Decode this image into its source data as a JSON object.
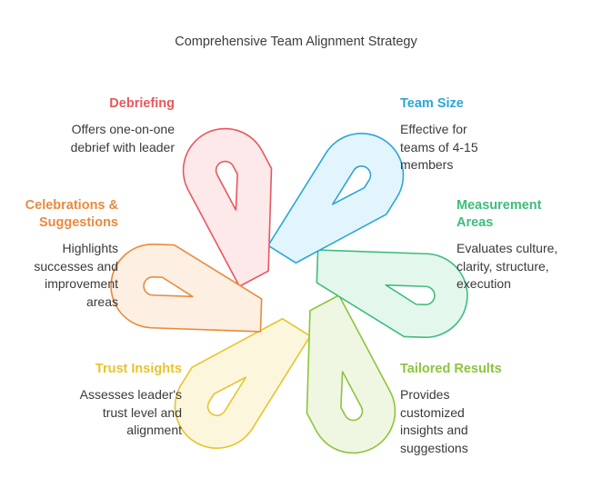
{
  "title": "Comprehensive Team Alignment Strategy",
  "items": [
    {
      "id": "debriefing",
      "label": "Debriefing",
      "desc": [
        "Offers one-on-one",
        "debrief with leader"
      ],
      "color": "#e8575c",
      "fill": "#fde8ea"
    },
    {
      "id": "team-size",
      "label": "Team Size",
      "desc": [
        "Effective for",
        "teams of 4-15",
        "members"
      ],
      "color": "#2aa6d8",
      "fill": "#e3f5fc"
    },
    {
      "id": "measurement",
      "label": [
        "Measurement",
        "Areas"
      ],
      "desc": [
        "Evaluates culture,",
        "clarity, structure,",
        "execution"
      ],
      "color": "#3ebd7b",
      "fill": "#e4f7ec"
    },
    {
      "id": "tailored",
      "label": "Tailored Results",
      "desc": [
        "Provides",
        "customized",
        "insights and",
        "suggestions"
      ],
      "color": "#8cc43c",
      "fill": "#eff7e2"
    },
    {
      "id": "trust",
      "label": "Trust Insights",
      "desc": [
        "Assesses leader's",
        "trust level and",
        "alignment"
      ],
      "color": "#e8c42c",
      "fill": "#fcf6dc"
    },
    {
      "id": "celebrations",
      "label": [
        "Celebrations &",
        "Suggestions"
      ],
      "desc": [
        "Highlights",
        "successes and",
        "improvement",
        "areas"
      ],
      "color": "#ea8a3c",
      "fill": "#fdefe2"
    }
  ]
}
